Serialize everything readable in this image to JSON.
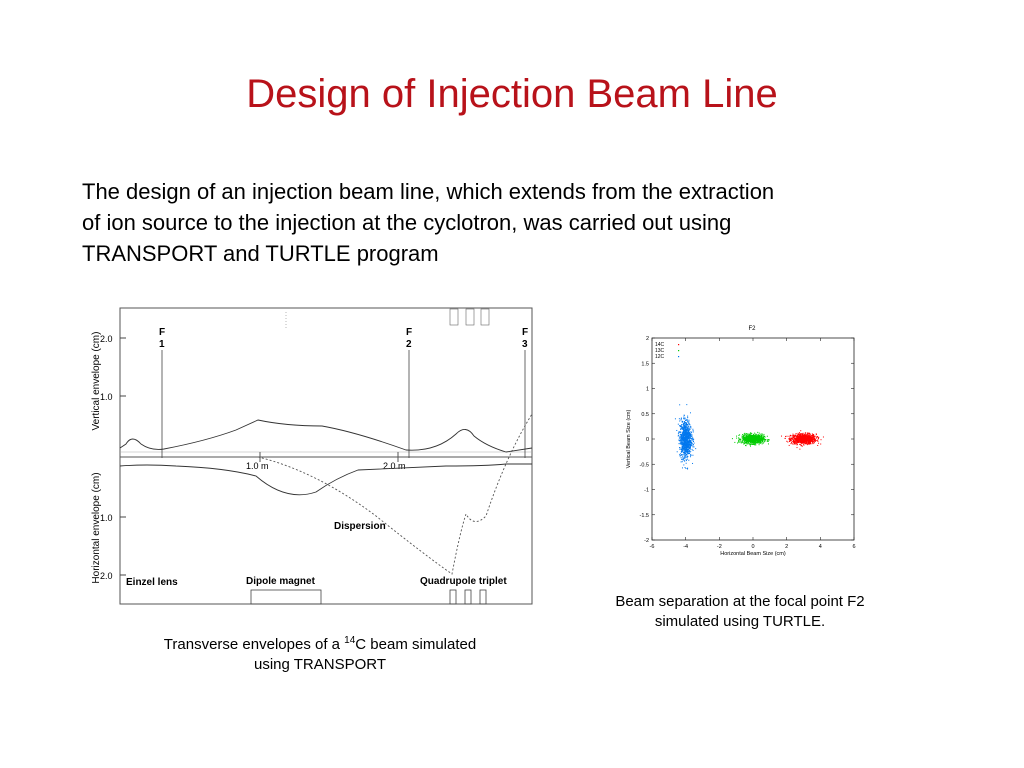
{
  "slide": {
    "title": "Design of Injection Beam Line",
    "body_lines": [
      "The design of an injection beam line, which extends from the extraction",
      "of ion source to the injection at the cyclotron, was carried out using",
      "TRANSPORT  and TURTLE program"
    ]
  },
  "left_figure": {
    "vertical_axis_label": "Vertical envelope (cm)",
    "horizontal_axis_label": "Horizontal envelope (cm)",
    "ticks_top": [
      "2.0",
      "1.0"
    ],
    "ticks_bottom": [
      "1.0",
      "2.0"
    ],
    "focal_points": [
      {
        "label_top": "F",
        "label_bottom": "1"
      },
      {
        "label_top": "F",
        "label_bottom": "2"
      },
      {
        "label_top": "F",
        "label_bottom": "3"
      }
    ],
    "distance_labels": [
      "1.0 m",
      "2.0 m"
    ],
    "element_labels": {
      "einzel": "Einzel lens",
      "dipole": "Dipole magnet",
      "quad": "Quadrupole triplet",
      "dispersion": "Dispersion"
    }
  },
  "left_caption": {
    "line1_prefix": "Transverse envelopes of a ",
    "line1_sup": "14",
    "line1_suffix": "C beam simulated",
    "line2": "using TRANSPORT"
  },
  "chart_data": {
    "type": "scatter",
    "title": "F2",
    "xlabel": "Horizontal Beam Size (cm)",
    "ylabel": "Vertical Beam Size (cm)",
    "xlim": [
      -6,
      6
    ],
    "ylim": [
      -2,
      2
    ],
    "x_ticks": [
      "-6",
      "-4",
      "-2",
      "0",
      "2",
      "4",
      "6"
    ],
    "y_ticks": [
      "2",
      "1.5",
      "1",
      "0.5",
      "0",
      "-0.5",
      "-1",
      "-1.5",
      "-2"
    ],
    "legend_position": "top-left",
    "series": [
      {
        "name": "14C",
        "color": "#ff0000",
        "center": [
          3,
          0
        ],
        "spread": [
          0.75,
          0.1
        ]
      },
      {
        "name": "13C",
        "color": "#00cc00",
        "center": [
          0,
          0
        ],
        "spread": [
          0.65,
          0.09
        ]
      },
      {
        "name": "12C",
        "color": "#0077ee",
        "center": [
          -4,
          0
        ],
        "spread": [
          0.36,
          0.38
        ]
      }
    ]
  },
  "right_caption": {
    "line1": "Beam separation at the focal point F2",
    "line2": "simulated using TURTLE."
  }
}
